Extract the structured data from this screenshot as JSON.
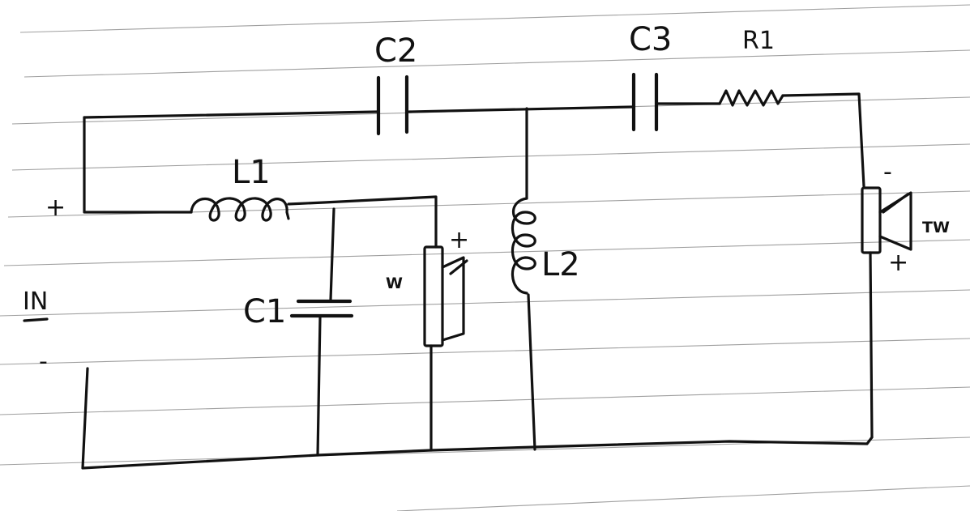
{
  "labels": {
    "c1": "C1",
    "c2": "C2",
    "c3": "C3",
    "r1": "R1",
    "l1": "L1",
    "l2": "L2",
    "woofer": "W",
    "tweeter": "TW",
    "input": "IN",
    "input_plus": "+",
    "input_minus": "-",
    "woofer_plus": "+",
    "tweeter_minus": "-",
    "tweeter_plus": "+"
  }
}
